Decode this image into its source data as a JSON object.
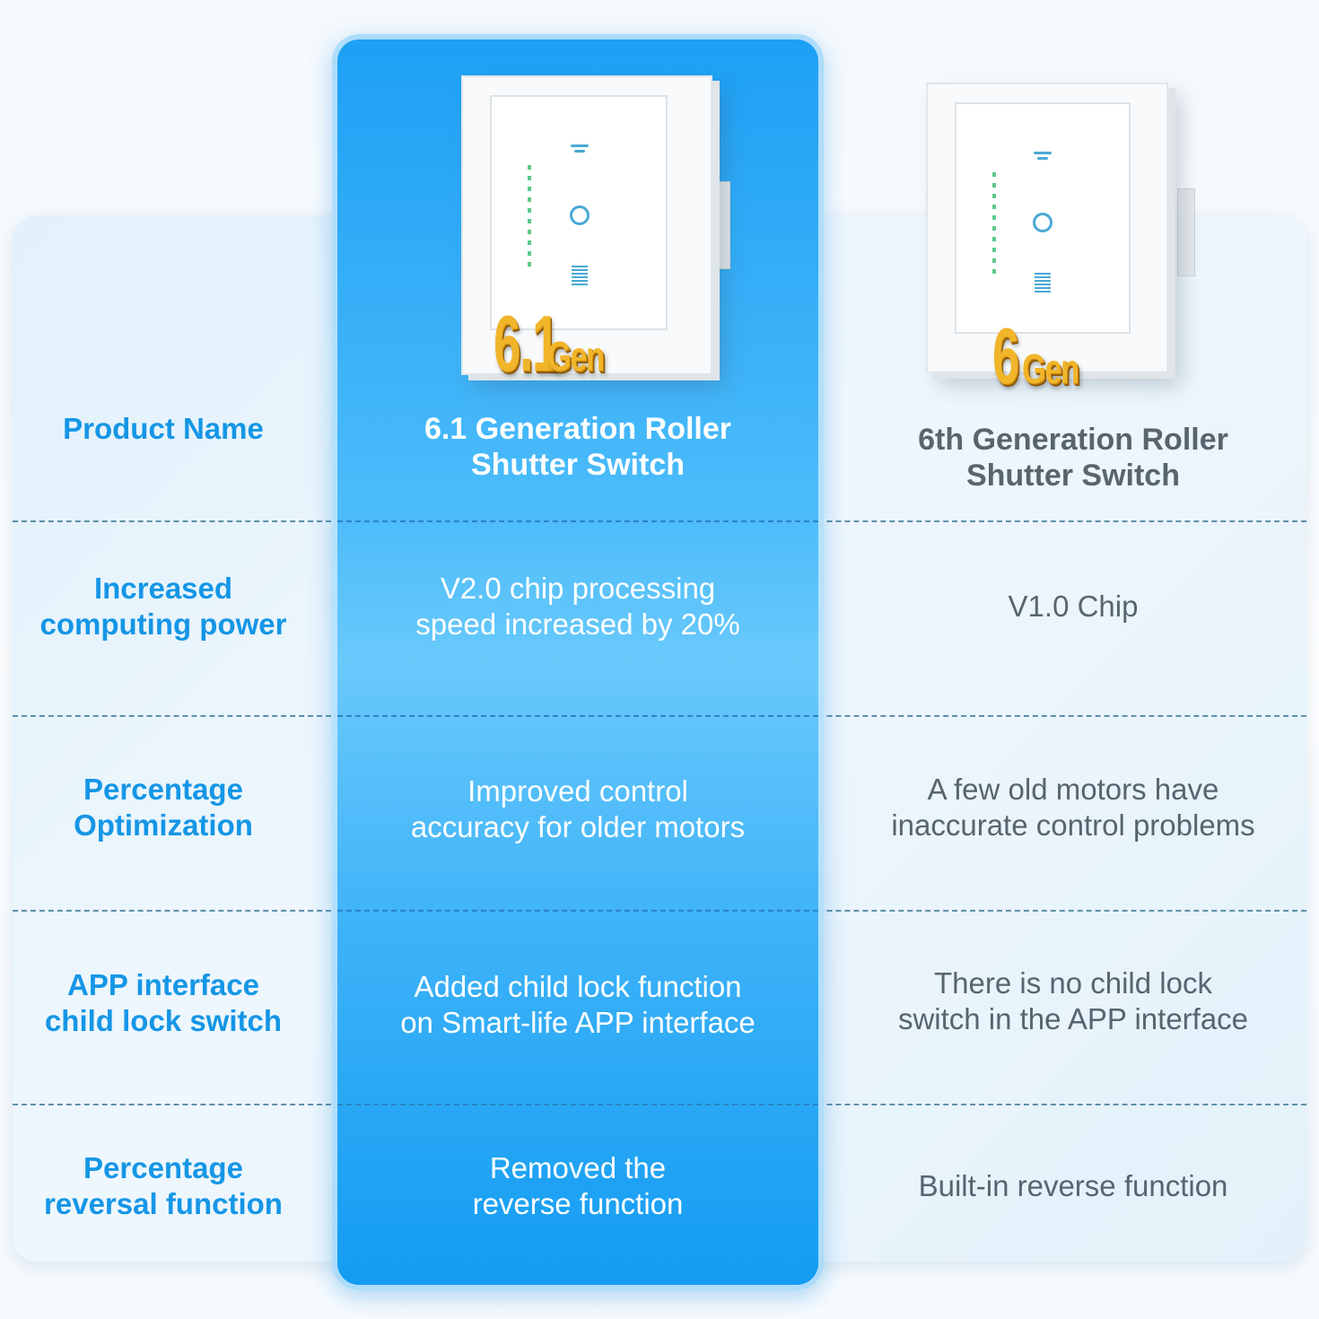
{
  "comparison": {
    "new_badge": {
      "number": "6.1",
      "suffix": "Gen"
    },
    "old_badge": {
      "number": "6",
      "suffix": "Gen"
    },
    "rows": [
      {
        "label": "Product Name",
        "new": "6.1 Generation Roller\nShutter Switch",
        "old": "6th Generation Roller\nShutter Switch"
      },
      {
        "label": "Increased\ncomputing power",
        "new": "V2.0 chip processing\nspeed increased by 20%",
        "old": "V1.0 Chip"
      },
      {
        "label": "Percentage\nOptimization",
        "new": "Improved control\naccuracy for older motors",
        "old": "A few old motors have\ninaccurate control problems"
      },
      {
        "label": "APP interface\nchild lock switch",
        "new": "Added child lock function\non Smart-life APP interface",
        "old": "There is no child lock\nswitch in the APP interface"
      },
      {
        "label": "Percentage\nreversal function",
        "new": "Removed the\nreverse function",
        "old": "Built-in reverse function"
      }
    ]
  },
  "colors": {
    "label_text": "#1596e6",
    "highlight_column": "#2aa8f6",
    "old_text": "#58646e",
    "badge_gold": "#f1b52a"
  },
  "icons": [
    "up-bars-icon",
    "stop-ring-icon",
    "down-blind-icon",
    "level-dots-icon"
  ]
}
